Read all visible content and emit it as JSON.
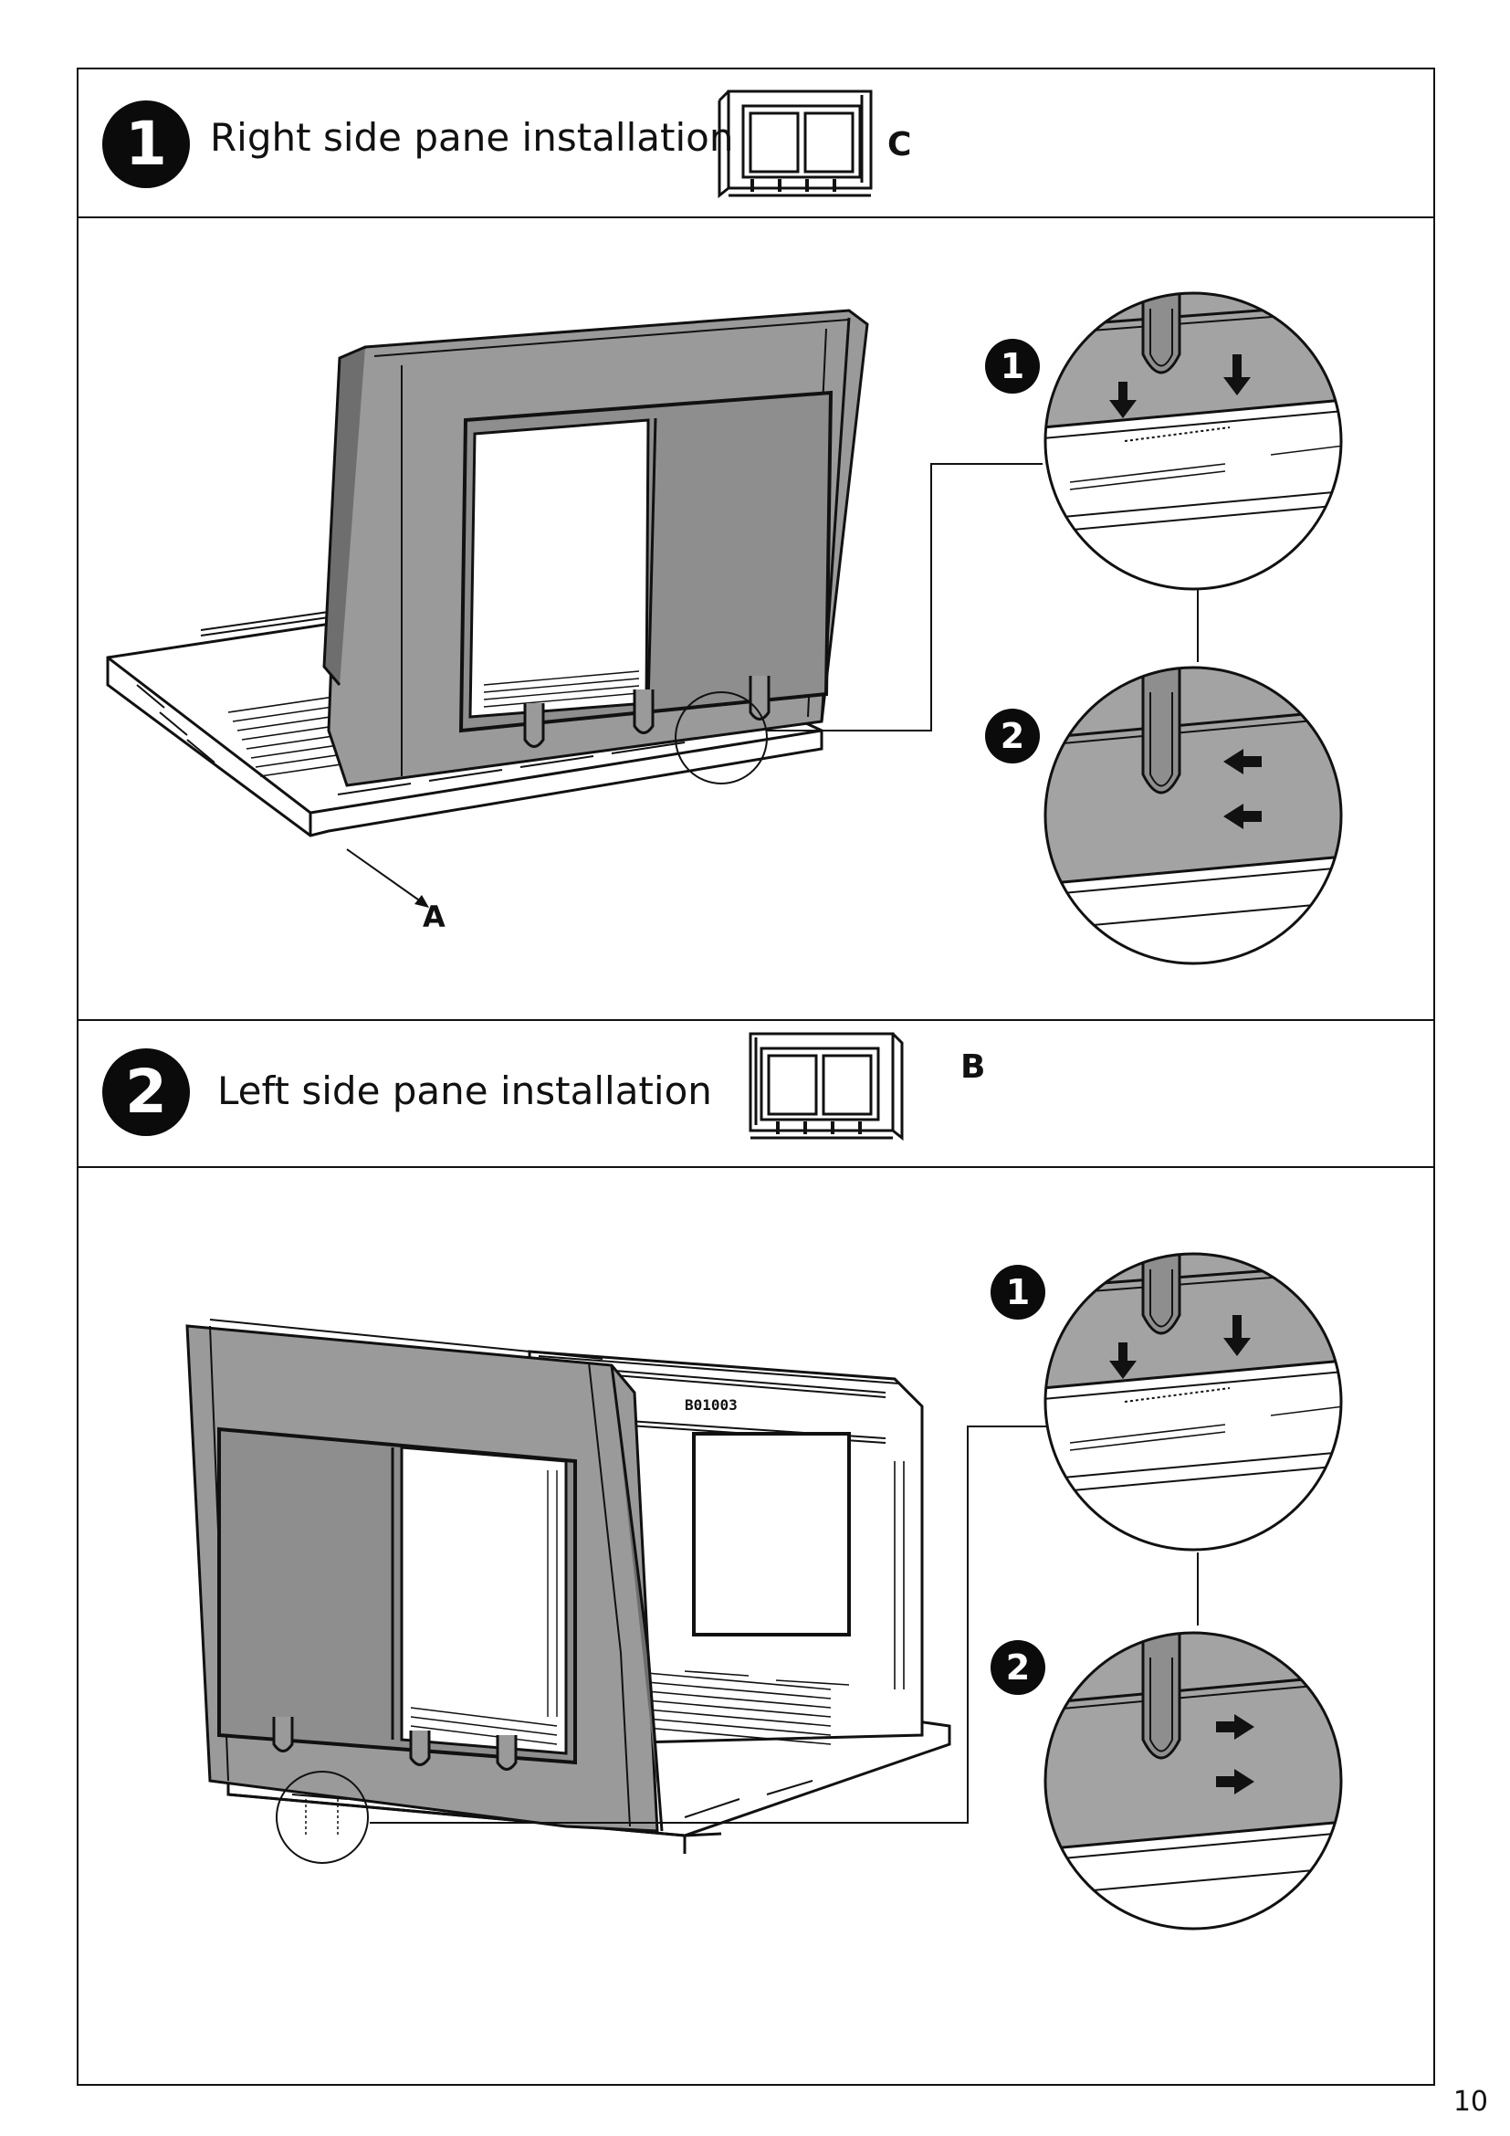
{
  "steps": [
    {
      "number": "1",
      "title": "Right side pane installation",
      "part_label": "C",
      "callout_label": "A",
      "substeps": [
        "1",
        "2"
      ]
    },
    {
      "number": "2",
      "title": "Left side pane installation",
      "part_label": "B",
      "panel_stamp": "B01003",
      "substeps": [
        "1",
        "2"
      ]
    }
  ],
  "page_number": "10",
  "colors": {
    "pane_fill": "#9a9a9a",
    "pane_dark": "#6e6e6e",
    "outline": "#111111",
    "detail_fill": "#a3a3a3"
  },
  "icons": [
    "step-number-circle",
    "part-thumbnail",
    "push-down-arrow",
    "slide-arrow",
    "magnifier-detail-circle"
  ]
}
